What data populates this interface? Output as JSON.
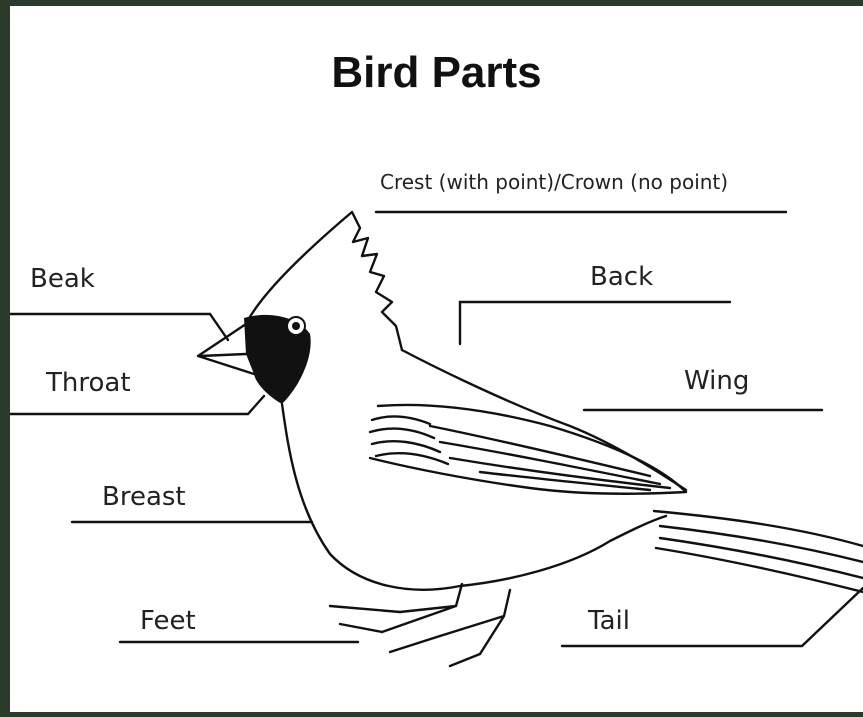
{
  "title": "Bird Parts",
  "labels": {
    "crest": "Crest (with point)/Crown (no point)",
    "back": "Back",
    "beak": "Beak",
    "throat": "Throat",
    "wing": "Wing",
    "breast": "Breast",
    "feet": "Feet",
    "tail": "Tail"
  },
  "colors": {
    "frame": "#2b3a2a",
    "background": "#ffffff",
    "ink": "#111111"
  }
}
